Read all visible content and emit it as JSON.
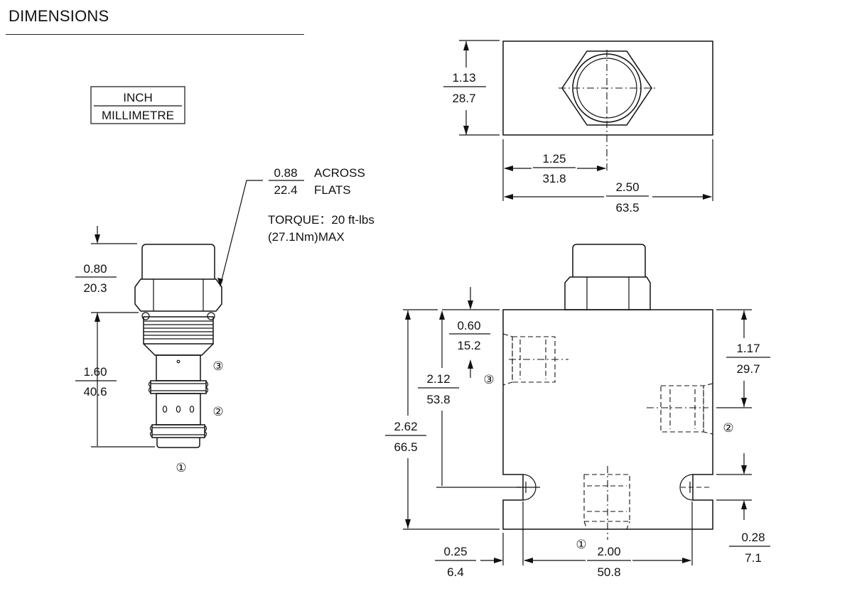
{
  "title": "DIMENSIONS",
  "legend": {
    "top": "INCH",
    "bottom": "MILLIMETRE"
  },
  "notes": {
    "across_flats_inch": "0.88",
    "across_flats_mm": "22.4",
    "across_line1": "ACROSS",
    "across_line2": "FLATS",
    "torque_line1": "TORQUE：20 ft-lbs",
    "torque_line2": "(27.1Nm)MAX"
  },
  "cartridge": {
    "d1": {
      "inch": "0.80",
      "mm": "20.3"
    },
    "d2": {
      "inch": "1.60",
      "mm": "40.6"
    },
    "ports": [
      "①",
      "②",
      "③"
    ]
  },
  "top_view": {
    "height": {
      "inch": "1.13",
      "mm": "28.7"
    },
    "half_width": {
      "inch": "1.25",
      "mm": "31.8"
    },
    "width": {
      "inch": "2.50",
      "mm": "63.5"
    }
  },
  "front_view": {
    "port3_depth": {
      "inch": "0.60",
      "mm": "15.2"
    },
    "hole_height": {
      "inch": "2.12",
      "mm": "53.8"
    },
    "body_height": {
      "inch": "2.62",
      "mm": "66.5"
    },
    "port2_height": {
      "inch": "1.17",
      "mm": "29.7"
    },
    "hole_offset_bottom": {
      "inch": "0.28",
      "mm": "7.1"
    },
    "hole_offset_left": {
      "inch": "0.25",
      "mm": "6.4"
    },
    "hole_spacing": {
      "inch": "2.00",
      "mm": "50.8"
    },
    "ports": [
      "①",
      "②",
      "③"
    ]
  }
}
